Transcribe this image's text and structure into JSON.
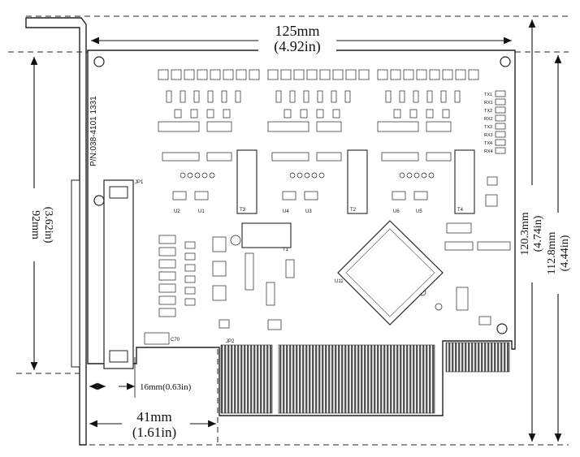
{
  "dimensions": {
    "board_width_mm": "125mm",
    "board_width_in": "(4.92in)",
    "bracket_height_mm": "92mm",
    "bracket_height_in": "(3.62in)",
    "total_height_mm": "120.3mm",
    "total_height_in": "(4.74in)",
    "board_height_mm": "112.8mm",
    "board_height_in": "(4.44in)",
    "offset_16": "16mm(0.63in)",
    "offset_41_mm": "41mm",
    "offset_41_in": "(1.61in)"
  },
  "board": {
    "part_number": "P/N:038-4101 1331",
    "labels": {
      "jp1": "JP1",
      "jp2": "JP2",
      "c70": "C70",
      "u11": "U11",
      "t1": "T1",
      "t2": "T2",
      "t3": "T3",
      "t4": "T4",
      "u2": "U2",
      "u1": "U1",
      "u4": "U4",
      "u3": "U3",
      "u6": "U6",
      "u5": "U5"
    },
    "led_labels": [
      "TX1",
      "RX1",
      "TX2",
      "RX2",
      "TX3",
      "RX3",
      "TX4",
      "RX4"
    ]
  }
}
